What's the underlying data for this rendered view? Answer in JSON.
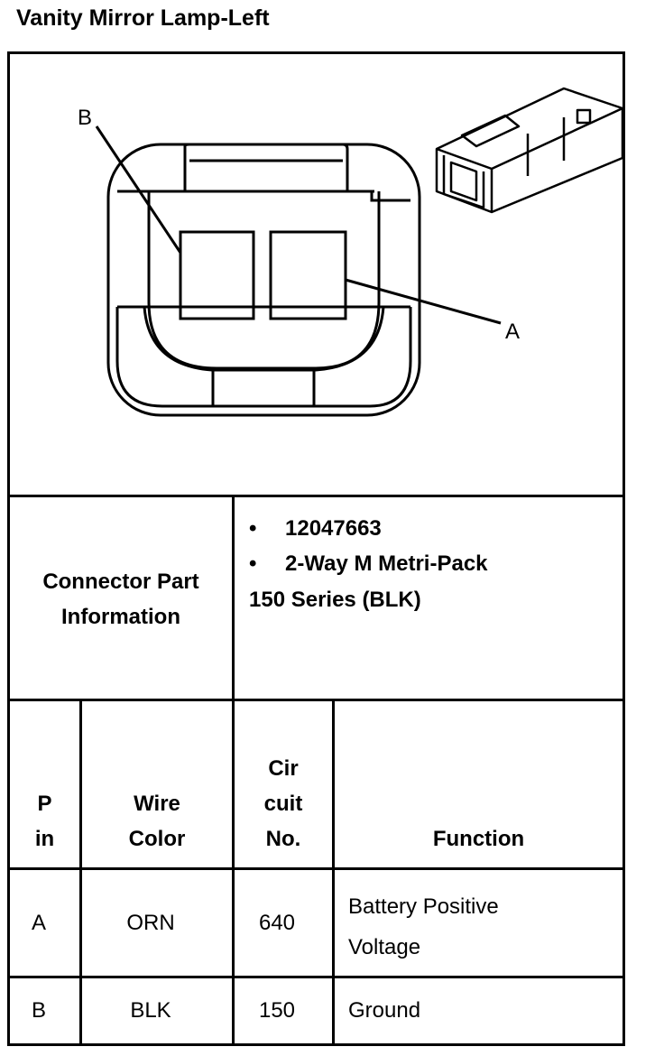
{
  "title": "Vanity Mirror Lamp-Left",
  "diagram": {
    "label_b": "B",
    "label_a": "A"
  },
  "connector_info": {
    "label_line1": "Connector Part",
    "label_line2": "Information",
    "bullet": "•",
    "part_number": "12047663",
    "connector_type": "2-Way M Metri-Pack",
    "series": "150 Series (BLK)"
  },
  "table": {
    "headers": {
      "pin": [
        "P",
        "in"
      ],
      "wire_color": [
        "Wire",
        "Color"
      ],
      "circuit_no": [
        "Cir",
        "cuit",
        "No."
      ],
      "function": "Function"
    },
    "rows": [
      {
        "pin": "A",
        "wire_color": "ORN",
        "circuit": "640",
        "function_lines": [
          "Battery Positive",
          "Voltage"
        ]
      },
      {
        "pin": "B",
        "wire_color": "BLK",
        "circuit": "150",
        "function_lines": [
          "Ground"
        ]
      }
    ]
  }
}
